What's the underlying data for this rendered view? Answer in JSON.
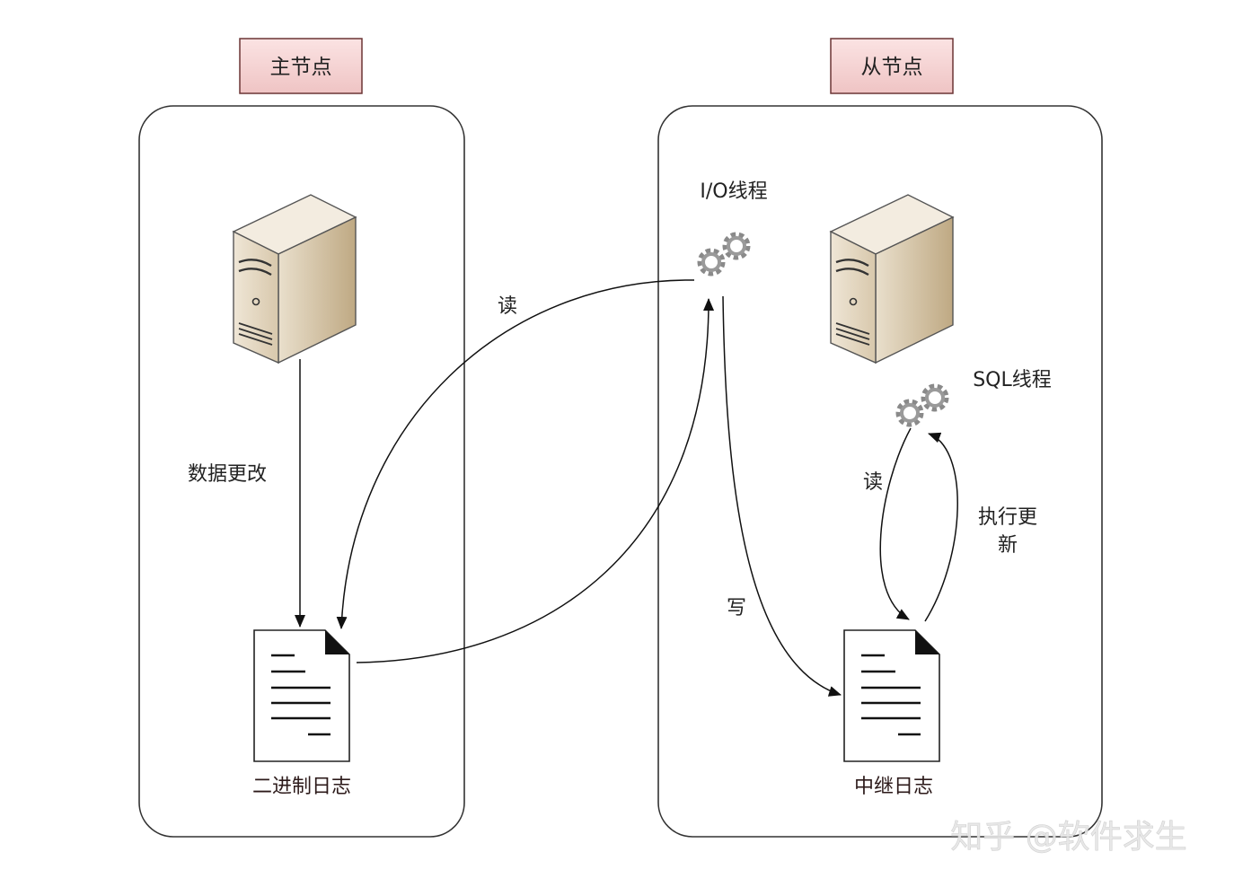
{
  "master": {
    "title": "主节点",
    "arrow_label": "数据更改",
    "file_caption": "二进制日志"
  },
  "slave": {
    "title": "从节点",
    "io_thread": "I/O线程",
    "sql_thread": "SQL线程",
    "write_label": "写",
    "read_label": "读",
    "execute_label_line1": "执行更",
    "execute_label_line2": "新",
    "file_caption": "中继日志"
  },
  "center": {
    "read_label": "读"
  },
  "watermark": "知乎 @软件求生",
  "colors": {
    "title_box_fill": "#f4d0d0",
    "title_box_border": "#7a3b3b",
    "container_border": "#333333",
    "server_body": "#e6dbc7",
    "server_side": "#c8b596",
    "gear": "#8c8c8c",
    "arrow": "#111111"
  }
}
